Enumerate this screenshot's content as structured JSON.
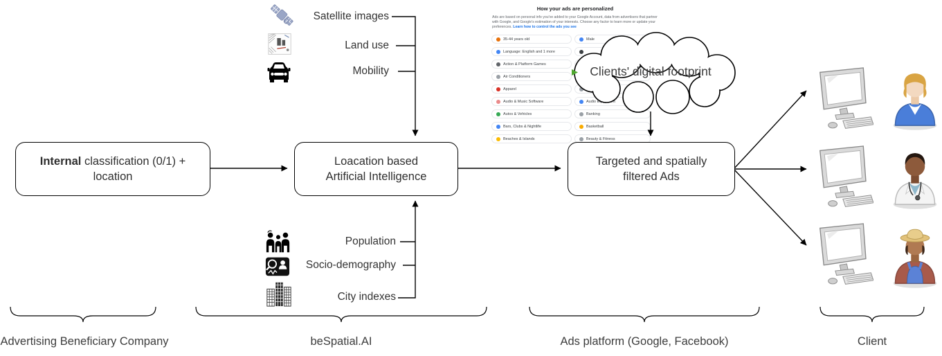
{
  "colors": {
    "diagram_stroke": "#000000",
    "link_blue": "#1a73e8",
    "panel_text": "#5f6368",
    "box_text": "#2f2f2f"
  },
  "boxes": {
    "source": {
      "bold": "Internal",
      "rest": " classification (0/1) +",
      "line2": "location"
    },
    "ai": {
      "line1": "Loacation based",
      "line2": "Artificial Intelligence"
    },
    "ads": {
      "line1": "Targeted and spatially",
      "line2": "filtered Ads"
    }
  },
  "top_inputs": [
    {
      "icon": "satellite-icon",
      "label": "Satellite images"
    },
    {
      "icon": "land-use-icon",
      "label": "Land use"
    },
    {
      "icon": "car-icon",
      "label": "Mobility"
    }
  ],
  "bottom_inputs": [
    {
      "icon": "population-icon",
      "label": "Population"
    },
    {
      "icon": "socio-demography-icon",
      "label": "Socio-demography"
    },
    {
      "icon": "city-indexes-icon",
      "label": "City indexes"
    }
  ],
  "cloud": {
    "label": "Clients' digital footprint"
  },
  "ads_panel": {
    "title": "How your ads are personalized",
    "body": "Ads are based on personal info you've added to your Google Account, data from advertisers that partner with Google, and Google's estimation of your interests. Choose any factor to learn more or update your preferences. ",
    "link": "Learn how to control the ads you see",
    "left_items": [
      {
        "label": "35-44 years old",
        "color": "#e8710a"
      },
      {
        "label": "Language: English and 1 more",
        "color": "#4285f4"
      },
      {
        "label": "Action & Platform Games",
        "color": "#5f6368"
      },
      {
        "label": "Air Conditioners",
        "color": "#9aa0a6"
      },
      {
        "label": "Apparel",
        "color": "#d93025"
      },
      {
        "label": "Audio & Music Software",
        "color": "#ea8a8a"
      },
      {
        "label": "Autos & Vehicles",
        "color": "#34a853"
      },
      {
        "label": "Bars, Clubs & Nightlife",
        "color": "#4285f4"
      },
      {
        "label": "Beaches & Islands",
        "color": "#fbbc04"
      }
    ],
    "right_items": [
      {
        "label": "Male",
        "color": "#4285f4"
      },
      {
        "label": "",
        "color": "#3c4043"
      },
      {
        "label": "",
        "color": "#9aa0a6"
      },
      {
        "label": "",
        "color": "#9aa0a6"
      },
      {
        "label": "",
        "color": "#9aa0a6"
      },
      {
        "label": "Audio Equipment",
        "color": "#4285f4"
      },
      {
        "label": "Banking",
        "color": "#9aa0a6"
      },
      {
        "label": "Basketball",
        "color": "#f9ab00"
      },
      {
        "label": "Beauty & Fitness",
        "color": "#9aa0a6"
      }
    ]
  },
  "sections": [
    {
      "label": "Advertising Beneficiary Company"
    },
    {
      "label": "beSpatial.AI"
    },
    {
      "label": "Ads platform (Google, Facebook)"
    },
    {
      "label": "Client"
    }
  ],
  "clients": [
    {
      "icon": "businesswoman-avatar"
    },
    {
      "icon": "doctor-avatar"
    },
    {
      "icon": "farmer-avatar"
    }
  ]
}
